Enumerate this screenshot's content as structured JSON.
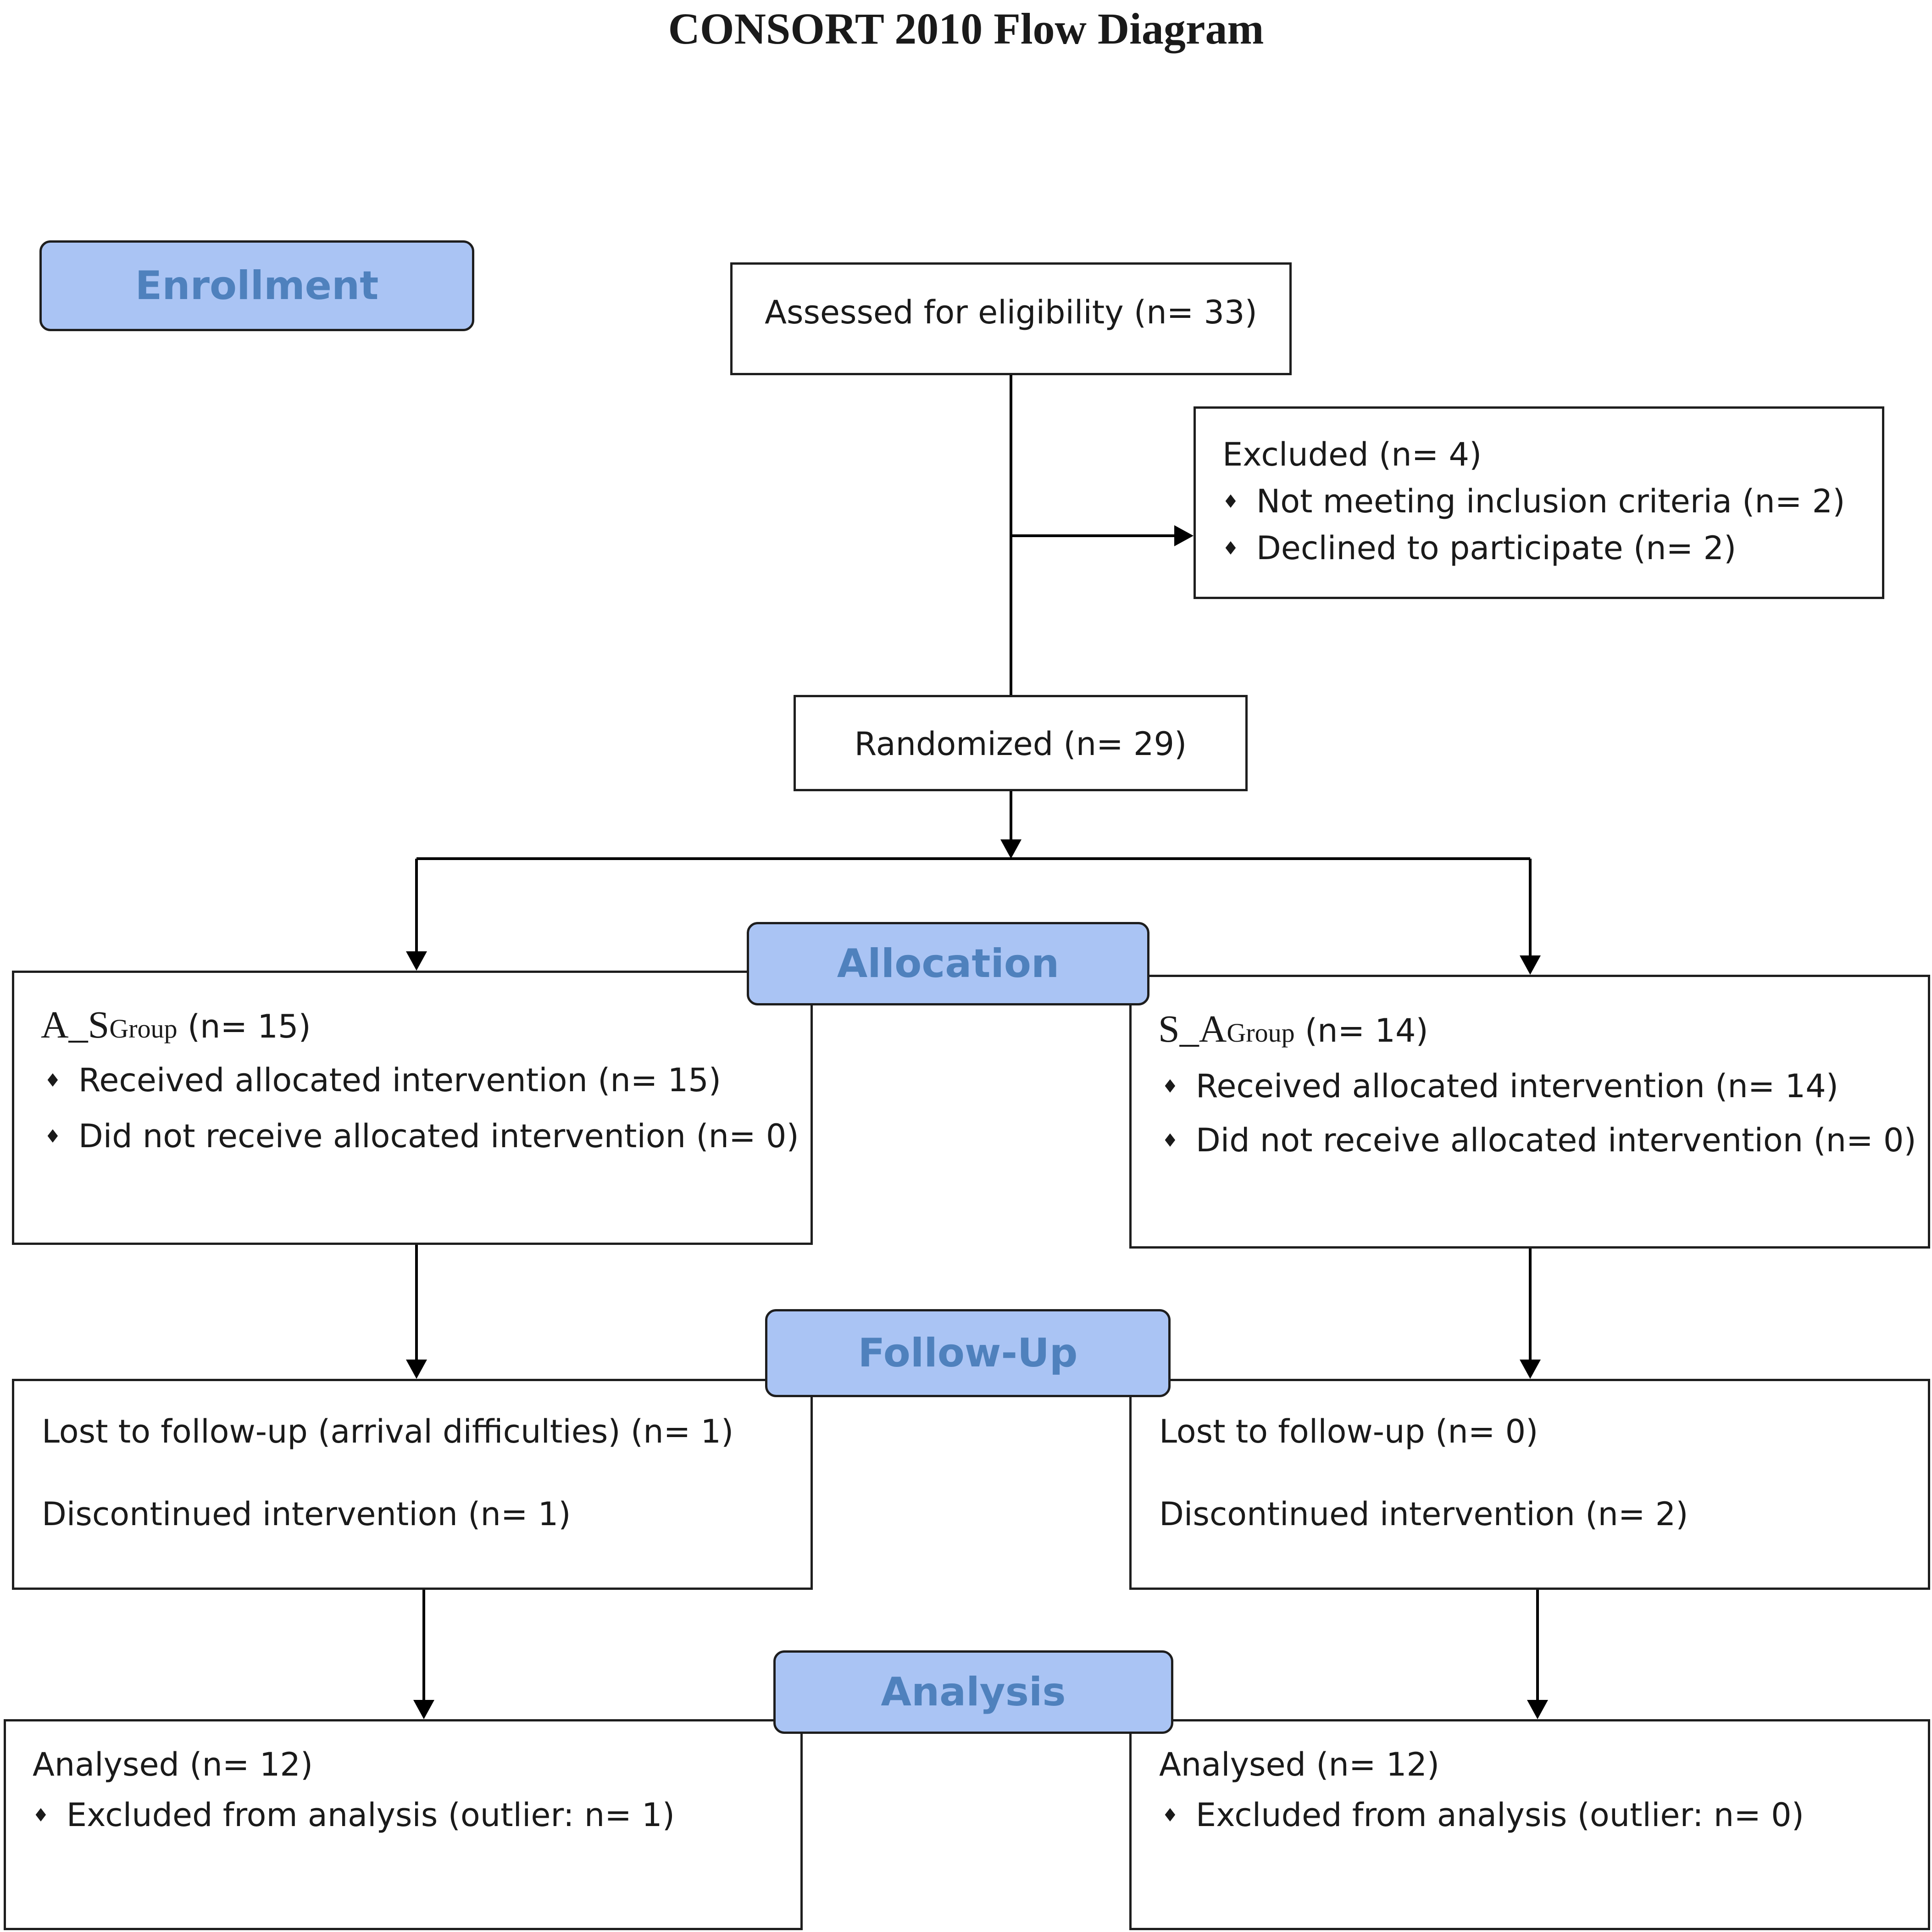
{
  "title": "CONSORT 2010 Flow Diagram",
  "stages": {
    "enrollment": "Enrollment",
    "allocation": "Allocation",
    "follow_up": "Follow-Up",
    "analysis": "Analysis"
  },
  "enrollment": {
    "assessed": "Assessed for eligibility (n= 33)",
    "excluded": {
      "heading": "Excluded (n= 4)",
      "items": [
        "Not meeting inclusion criteria (n= 2)",
        "Declined to participate (n= 2)"
      ]
    },
    "randomized": "Randomized (n= 29)"
  },
  "bullet": "♦",
  "arms": [
    {
      "group_main": "A_S",
      "group_sub": "Group",
      "group_n": " (n= 15)",
      "allocation_items": [
        "Received allocated intervention (n= 15)",
        "Did not receive allocated intervention (n= 0)"
      ],
      "follow_up": [
        "Lost to follow-up (arrival difficulties) (n= 1)",
        "Discontinued intervention (n= 1)"
      ],
      "analysis": {
        "analysed": "Analysed (n= 12)",
        "excluded": "Excluded from analysis (outlier: n= 1)"
      }
    },
    {
      "group_main": "S_A",
      "group_sub": "Group",
      "group_n": " (n= 14)",
      "allocation_items": [
        "Received allocated intervention (n= 14)",
        "Did not receive allocated intervention (n= 0)"
      ],
      "follow_up": [
        "Lost to follow-up (n= 0)",
        "Discontinued intervention (n= 2)"
      ],
      "analysis": {
        "analysed": "Analysed (n= 12)",
        "excluded": "Excluded from analysis (outlier: n= 0)"
      }
    }
  ]
}
